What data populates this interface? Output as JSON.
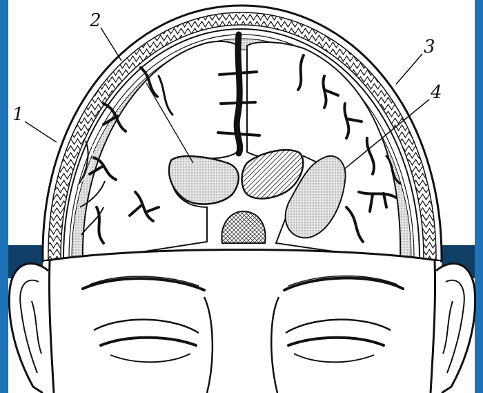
{
  "colors": {
    "background": "#1d72b8",
    "band_dark": "#0f3f66",
    "paper": "#ffffff",
    "ink": "#111111",
    "tissue_gray": "#d4d4d4"
  },
  "callouts": [
    {
      "id": "1",
      "label": "1"
    },
    {
      "id": "2",
      "label": "2"
    },
    {
      "id": "3",
      "label": "3"
    },
    {
      "id": "4",
      "label": "4"
    }
  ]
}
